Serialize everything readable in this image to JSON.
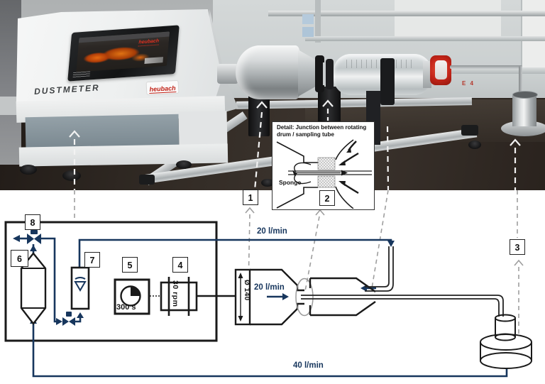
{
  "photo": {
    "device_label": "DUSTMETER",
    "brand_badge": "heubach",
    "screen_logo": "heubach",
    "bench_marking": "E 4"
  },
  "inset": {
    "title_line1": "Detail: Junction between rotating",
    "title_line2": "drum / sampling tube",
    "sponge_label": "Sponge"
  },
  "markers": {
    "m1": "1",
    "m2": "2",
    "m3": "3",
    "m4": "4",
    "m5": "5",
    "m6": "6",
    "m7": "7",
    "m8": "8"
  },
  "flows": {
    "top_line": "20 l/min",
    "drum_inlet": "20 l/min",
    "bottom_line": "40 l/min"
  },
  "settings": {
    "timer": "300 s",
    "drum_speed": "30 rpm",
    "drum_diameter": "Ø 140"
  },
  "colors": {
    "flow_line": "#17365d",
    "outline": "#1a1a1a",
    "dashed_gray": "#9e9e9e",
    "brand_red": "#c01f14"
  }
}
